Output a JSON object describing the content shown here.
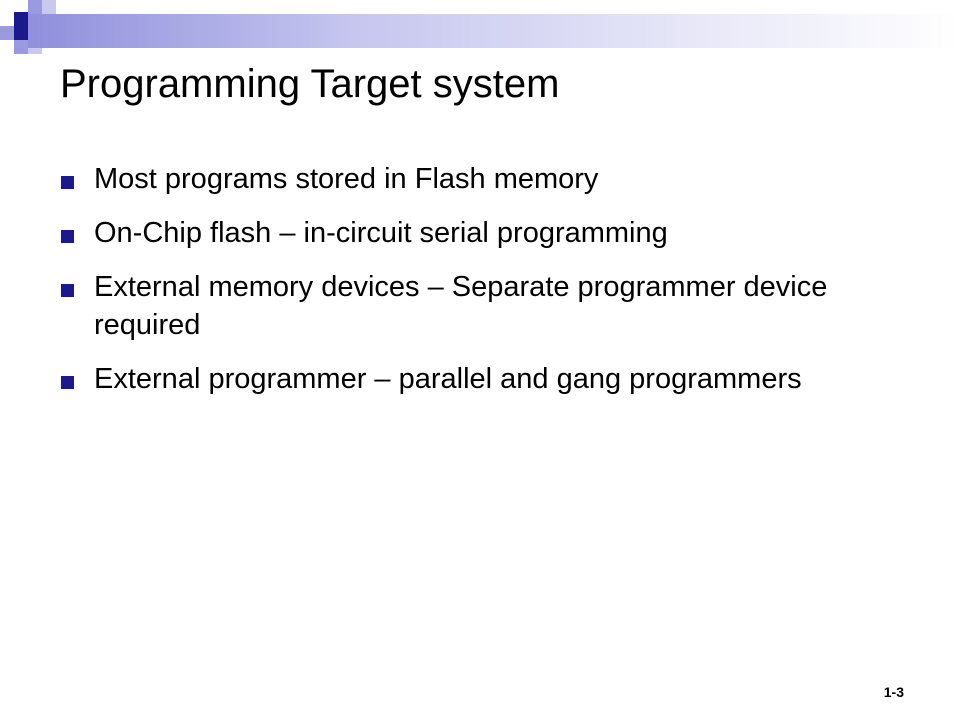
{
  "slide": {
    "title": "Programming Target system",
    "bullets": [
      "Most programs stored in Flash memory",
      "On-Chip flash – in-circuit serial programming",
      "External memory devices – Separate programmer device required",
      "External programmer – parallel and gang programmers"
    ],
    "page_number": "1-3"
  },
  "colors": {
    "accent": "#1a1a8c",
    "band_start": "#8f8fdc",
    "background": "#ffffff"
  }
}
